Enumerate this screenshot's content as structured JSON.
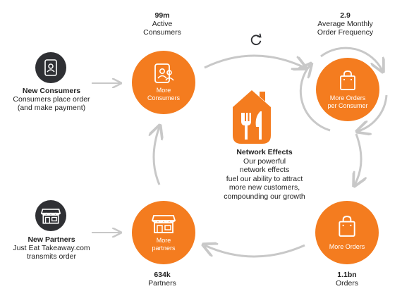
{
  "colors": {
    "accent": "#f47c1f",
    "dark_icon_bg": "#2f3034",
    "arrow": "#c8c8c8",
    "text": "#222222"
  },
  "nodes": {
    "more_consumers": {
      "label_lines": [
        "More",
        "Consumers"
      ],
      "icon": "users-icon"
    },
    "more_orders_per_consumer": {
      "label_lines": [
        "More Orders",
        "per Consumer"
      ],
      "icon": "shopping-bag-icon"
    },
    "more_orders": {
      "label": "More Orders",
      "icon": "shopping-bag-icon"
    },
    "more_partners": {
      "label_lines": [
        "More",
        "partners"
      ],
      "icon": "storefront-icon"
    }
  },
  "stats": {
    "consumers": {
      "value": "99m",
      "label_lines": [
        "Active",
        "Consumers"
      ]
    },
    "frequency": {
      "value": "2.9",
      "label_lines": [
        "Average Monthly",
        "Order Frequency"
      ]
    },
    "partners": {
      "value": "634k",
      "label": "Partners"
    },
    "orders": {
      "value": "1.1bn",
      "label": "Orders"
    }
  },
  "new_consumers": {
    "title": "New Consumers",
    "lines": [
      "Consumers place order",
      "(and make payment)"
    ],
    "icon": "user-phone-icon"
  },
  "new_partners": {
    "title": "New Partners",
    "lines": [
      "Just Eat Takeaway.com",
      "transmits order"
    ],
    "icon": "storefront-icon"
  },
  "center": {
    "title": "Network Effects",
    "lines": [
      "Our powerful",
      "network effects",
      "fuel our ability to attract",
      "more new customers,",
      "compounding our growth"
    ],
    "logo_icon": "house-fork-knife-logo"
  },
  "cycle_icon": "refresh-icon"
}
